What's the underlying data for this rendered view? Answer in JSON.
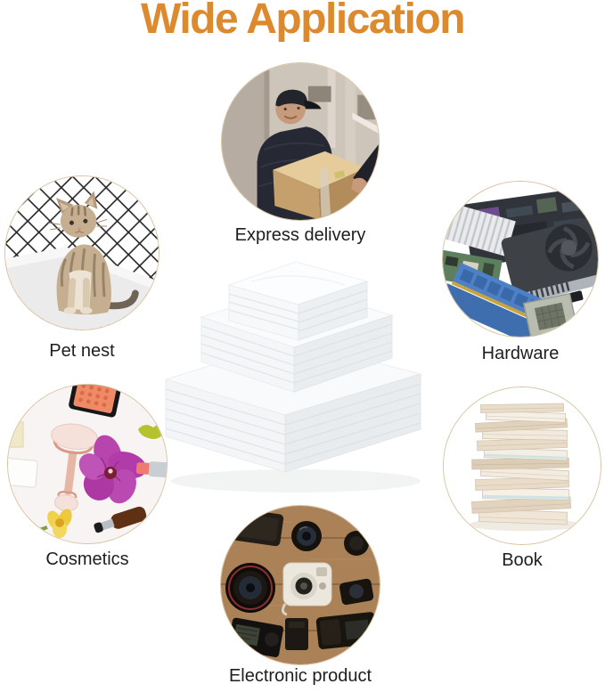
{
  "title": "Wide Application",
  "colors": {
    "title_orange": "#DD8A2E",
    "label_text": "#1E1E1E",
    "circle_border": "#D8C3A2",
    "background": "#FFFFFF"
  },
  "items": [
    {
      "label": "Express delivery",
      "photo": "delivery-person-holding-cardboard-box"
    },
    {
      "label": "Pet nest",
      "photo": "tabby-cat-with-black-mesh-net"
    },
    {
      "label": "Hardware",
      "photo": "computer-components-gpu-ram-cpu"
    },
    {
      "label": "Cosmetics",
      "photo": "cosmetics-flatlay-roller-orchid"
    },
    {
      "label": "Book",
      "photo": "stack-of-paperback-books"
    },
    {
      "label": "Electronic product",
      "photo": "camera-gear-flatlay-on-wood"
    }
  ],
  "center_product": {
    "photo": "stack-of-white-foam-cushion-sheets"
  }
}
